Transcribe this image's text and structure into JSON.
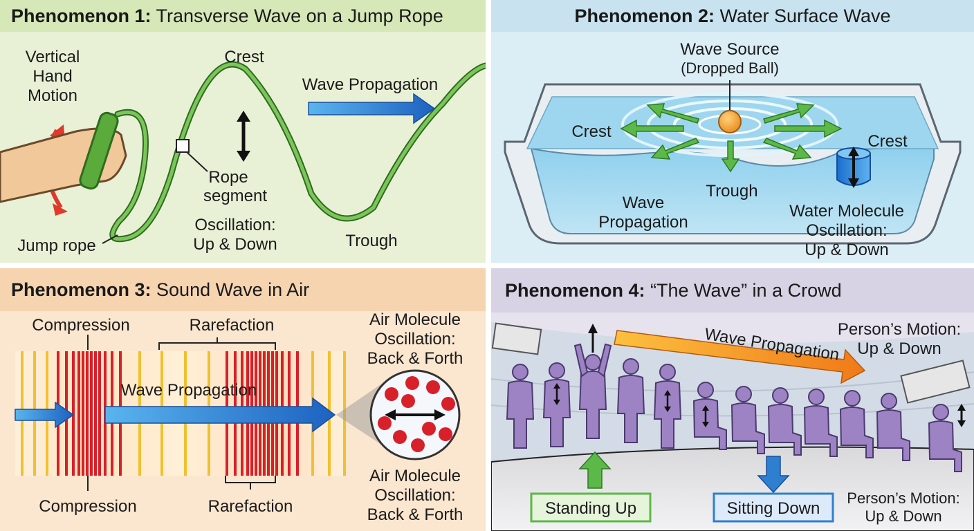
{
  "panel1": {
    "title_bold": "Phenomenon 1:",
    "title_rest": "Transverse Wave on a Jump Rope",
    "hand_motion": [
      "Vertical",
      "Hand",
      "Motion"
    ],
    "crest": "Crest",
    "wave_propagation": "Wave Propagation",
    "rope_segment": [
      "Rope",
      "segment"
    ],
    "oscillation": [
      "Oscillation:",
      "Up & Down"
    ],
    "trough": "Trough",
    "jump_rope": "Jump rope"
  },
  "panel2": {
    "title_bold": "Phenomenon 2:",
    "title_rest": "Water Surface Wave",
    "source": [
      "Wave Source",
      "(Dropped Ball)"
    ],
    "crest_left": "Crest",
    "crest_right": "Crest",
    "trough": "Trough",
    "wave_propagation": [
      "Wave",
      "Propagation"
    ],
    "molecule": [
      "Water Molecule",
      "Oscillation:",
      "Up & Down"
    ]
  },
  "panel3": {
    "title_bold": "Phenomenon 3:",
    "title_rest": "Sound Wave in Air",
    "compression_top": "Compression",
    "rarefaction_top": "Rarefaction",
    "wave_propagation": "Wave Propagation",
    "compression_bottom": "Compression",
    "rarefaction_bottom": "Rarefaction",
    "air_top": [
      "Air Molecule",
      "Oscillation:",
      "Back & Forth"
    ],
    "air_bottom": [
      "Air Molecule",
      "Oscillation:",
      "Back & Forth"
    ]
  },
  "panel4": {
    "title_bold": "Phenomenon 4:",
    "title_rest": "“The Wave” in a Crowd",
    "wave_propagation": "Wave Propagation",
    "motion_top": [
      "Person’s Motion:",
      "Up & Down"
    ],
    "standing_up": "Standing Up",
    "sitting_down": "Sitting Down",
    "motion_bottom": [
      "Person’s Motion:",
      "Up & Down"
    ]
  },
  "colors": {
    "rope": "#5aaa3c",
    "arrow_blue": "#2f7fd0",
    "arrow_red": "#e03a2c",
    "green_arrow": "#5cb848",
    "person": "#9d82c4",
    "orange": "#f59a2c"
  }
}
